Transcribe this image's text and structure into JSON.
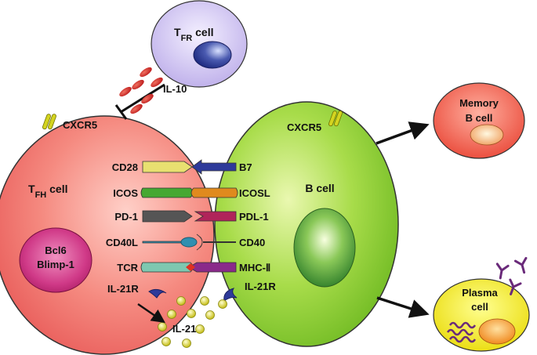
{
  "cells": {
    "tfr": {
      "prefix": "T",
      "sub": "FR",
      "suffix": " cell"
    },
    "tfh": {
      "prefix": "T",
      "sub": "FH",
      "suffix": " cell"
    },
    "bcell": {
      "label": "B cell"
    },
    "memory": {
      "line1": "Memory",
      "line2": "B cell"
    },
    "plasma": {
      "line1": "Plasma",
      "line2": "cell"
    },
    "nucleus": {
      "line1": "Bcl6",
      "line2": "Blimp-1"
    }
  },
  "receptors": {
    "cxcr5_tfh": "CXCR5",
    "cxcr5_b": "CXCR5",
    "il10": "IL-10",
    "il21r_tfh": "IL-21R",
    "il21r_b": "IL-21R",
    "il21": "IL-21"
  },
  "pairs": [
    {
      "left": "CD28",
      "right": "B7",
      "left_color": "#e8e070",
      "right_color": "#2e3a9a"
    },
    {
      "left": "ICOS",
      "right": "ICOSL",
      "left_color": "#46a832",
      "right_color": "#e08a1e"
    },
    {
      "left": "PD-1",
      "right": "PDL-1",
      "left_color": "#555555",
      "right_color": "#b0245a"
    },
    {
      "left": "CD40L",
      "right": "CD40",
      "left_color": "#2f8fb0",
      "right_color": "#e0a070"
    },
    {
      "left": "TCR",
      "right": "MHC-Ⅱ",
      "left_color": "#7ec8b0",
      "right_color": "#8a2a8a"
    }
  ],
  "colors": {
    "tfh_cell": "#ef6f6f",
    "b_cell": "#8ccc2e",
    "tfr_cell": "#c8c0f0",
    "memory_cell": "#ee5040",
    "plasma_cell": "#f0e000",
    "antibody": "#6a2a7a"
  }
}
